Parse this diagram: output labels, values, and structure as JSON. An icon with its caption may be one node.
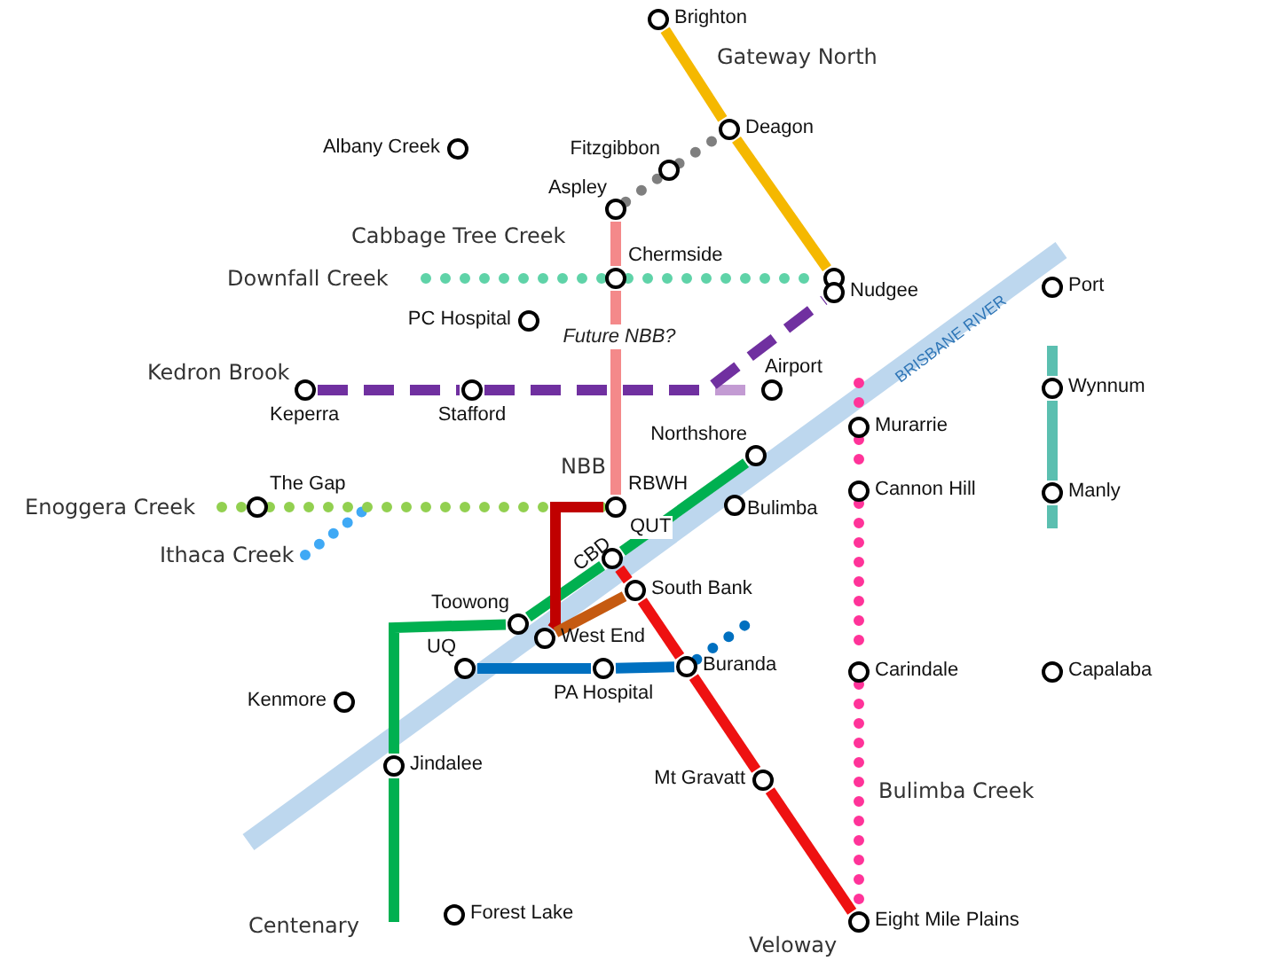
{
  "diagram": {
    "nodes": [
      {
        "text": [
          "Brighton"
        ]
      },
      {
        "text": [
          "Deagon"
        ]
      },
      {
        "text": [
          "Albany Creek"
        ]
      },
      {
        "text": [
          "Fitzgibbon"
        ]
      },
      {
        "text": [
          "Aspley"
        ]
      },
      {
        "text": [
          "Chermside"
        ]
      },
      {
        "text": [],
        "shape": "circle"
      },
      {
        "text": [
          "Nudgee"
        ]
      },
      {
        "text": [
          "Port"
        ]
      },
      {
        "text": [
          "PC Hospital"
        ]
      },
      {
        "text": [
          "Keperra"
        ]
      },
      {
        "text": [
          "Stafford"
        ]
      },
      {
        "text": [
          "Airport"
        ]
      },
      {
        "text": [
          "Wynnum"
        ]
      },
      {
        "text": [
          "Murarrie"
        ]
      },
      {
        "text": [
          "Northshore"
        ]
      },
      {
        "text": [
          "Manly"
        ]
      },
      {
        "text": [
          "Cannon Hill"
        ]
      },
      {
        "text": [
          "The Gap"
        ]
      },
      {
        "text": [
          "RBWH"
        ]
      },
      {
        "text": [
          "Bulimba"
        ]
      },
      {
        "text": [
          "CBD",
          "QUT"
        ]
      },
      {
        "text": [
          "South Bank"
        ]
      },
      {
        "text": [
          "Toowong"
        ]
      },
      {
        "text": [
          "West End"
        ]
      },
      {
        "text": [
          "UQ"
        ]
      },
      {
        "text": [
          "PA Hospital"
        ]
      },
      {
        "text": [
          "Buranda"
        ]
      },
      {
        "text": [
          "Carindale"
        ]
      },
      {
        "text": [
          "Capalaba"
        ]
      },
      {
        "text": [
          "Kenmore"
        ]
      },
      {
        "text": [
          "Jindalee"
        ]
      },
      {
        "text": [
          "Mt Gravatt"
        ]
      },
      {
        "text": [
          "Forest Lake"
        ]
      },
      {
        "text": [
          "Eight Mile Plains"
        ]
      }
    ],
    "edges": [
      {
        "from": 0,
        "to": 1,
        "arrow": "none",
        "color": "#f5b800"
      },
      {
        "from": 1,
        "to": 6,
        "arrow": "none",
        "color": "#f5b800"
      },
      {
        "from": 4,
        "to": 3,
        "arrow": "none",
        "style": "dashed",
        "color": "#7f7f7f"
      },
      {
        "from": 3,
        "to": 1,
        "arrow": "none",
        "style": "dashed",
        "color": "#7f7f7f"
      },
      {
        "from": 4,
        "to": 5,
        "arrow": "none",
        "color": "#f4898a"
      },
      {
        "from": 5,
        "to": 19,
        "arrow": "none",
        "color": "#f4898a",
        "label": "Future NBB?"
      },
      {
        "from": null,
        "to": 5,
        "arrow": "none",
        "style": "dashed",
        "color": "#5fd3a8"
      },
      {
        "from": 5,
        "to": 6,
        "arrow": "none",
        "style": "dashed",
        "color": "#5fd3a8"
      },
      {
        "from": 10,
        "to": 11,
        "arrow": "none",
        "style": "dashed",
        "color": "#7030a0"
      },
      {
        "from": 11,
        "to": 7,
        "arrow": "none",
        "style": "dashed",
        "color": "#7030a0"
      },
      {
        "from": 11,
        "to": 12,
        "arrow": "none",
        "style": "dashed",
        "color": "#c39bd3"
      },
      {
        "from": null,
        "to": 18,
        "arrow": "none",
        "style": "dashed",
        "color": "#92d050"
      },
      {
        "from": 18,
        "to": 19,
        "arrow": "none",
        "style": "dashed",
        "color": "#92d050"
      },
      {
        "from": null,
        "to": 31,
        "arrow": "none",
        "color": "#00b050"
      },
      {
        "from": 31,
        "to": 23,
        "arrow": "none",
        "color": "#00b050"
      },
      {
        "from": 23,
        "to": 21,
        "arrow": "none",
        "color": "#00b050"
      },
      {
        "from": 21,
        "to": 15,
        "arrow": "none",
        "color": "#00b050"
      },
      {
        "from": 19,
        "to": 24,
        "arrow": "none",
        "color": "#c00000"
      },
      {
        "from": 24,
        "to": 22,
        "arrow": "none",
        "color": "#c55a11"
      },
      {
        "from": 21,
        "to": 22,
        "arrow": "none",
        "color": "#ee1111"
      },
      {
        "from": 22,
        "to": 27,
        "arrow": "none",
        "color": "#ee1111"
      },
      {
        "from": 27,
        "to": 32,
        "arrow": "none",
        "color": "#ee1111"
      },
      {
        "from": 32,
        "to": 34,
        "arrow": "none",
        "color": "#ee1111"
      },
      {
        "from": 25,
        "to": 26,
        "arrow": "none",
        "color": "#0070c0"
      },
      {
        "from": 26,
        "to": 27,
        "arrow": "none",
        "color": "#0070c0"
      },
      {
        "from": 27,
        "to": null,
        "arrow": "none",
        "style": "dashed",
        "color": "#0070c0"
      },
      {
        "from": null,
        "to": 14,
        "arrow": "none",
        "style": "dashed",
        "color": "#ff3399"
      },
      {
        "from": 14,
        "to": 17,
        "arrow": "none",
        "style": "dashed",
        "color": "#ff3399"
      },
      {
        "from": 17,
        "to": 28,
        "arrow": "none",
        "style": "dashed",
        "color": "#ff3399"
      },
      {
        "from": 28,
        "to": 34,
        "arrow": "none",
        "style": "dashed",
        "color": "#ff3399"
      },
      {
        "from": null,
        "to": 13,
        "arrow": "none",
        "color": "#5bbfb0"
      },
      {
        "from": 13,
        "to": 16,
        "arrow": "none",
        "color": "#5bbfb0"
      },
      {
        "from": 16,
        "to": null,
        "arrow": "none",
        "color": "#5bbfb0"
      }
    ],
    "labels": [
      "Gateway North",
      "Cabbage Tree Creek",
      "Downfall Creek",
      "BRISBANE RIVER",
      "Kedron Brook",
      "NBB",
      "Enoggera Creek",
      "Ithaca Creek",
      "Bulimba Creek",
      "Centenary",
      "Veloway"
    ]
  }
}
